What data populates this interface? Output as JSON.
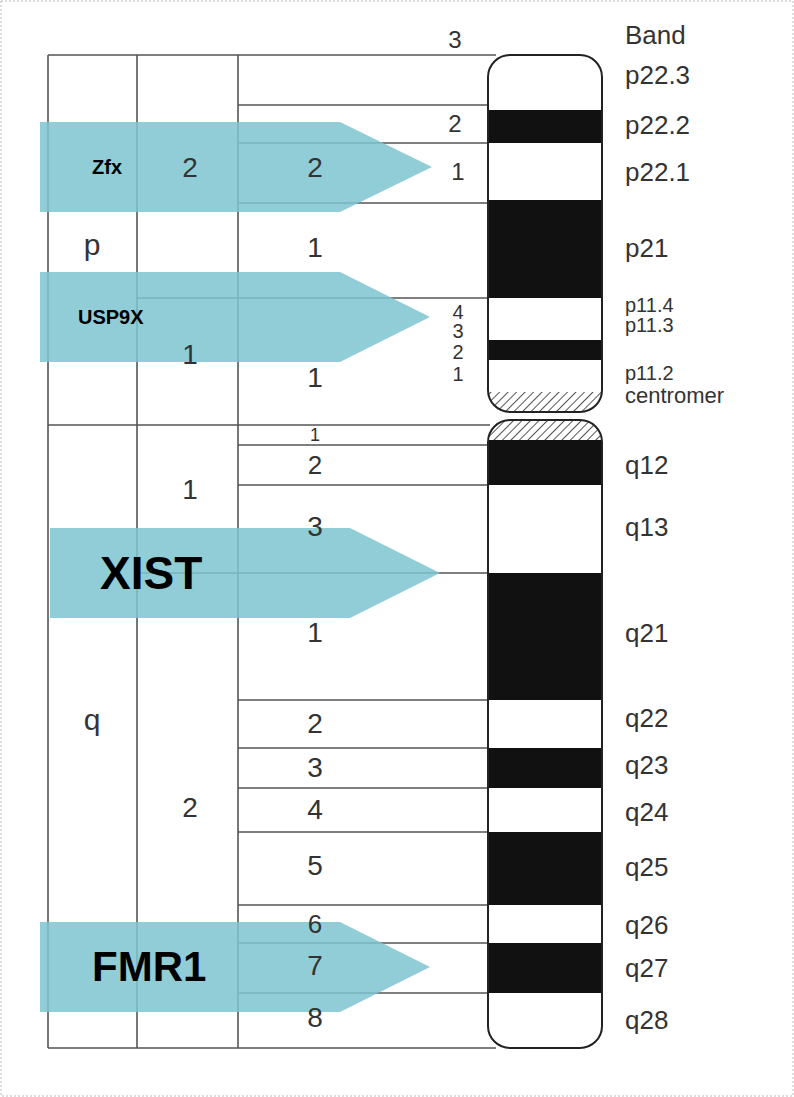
{
  "diagram": {
    "nodes": [
      {
        "text": [
          "Zfx"
        ]
      },
      {
        "text": [
          "USP9X"
        ]
      },
      {
        "text": [
          "XIST"
        ]
      },
      {
        "text": [
          "FMR1"
        ]
      }
    ],
    "labels": [
      "Band",
      "p22.3",
      "p22.2",
      "p22.1",
      "p21",
      "p11.4",
      "p11.3",
      "p11.2",
      "centromer",
      "q12",
      "q13",
      "q21",
      "q22",
      "q23",
      "q24",
      "q25",
      "q26",
      "q27",
      "q28",
      "p",
      "q",
      "2",
      "1",
      "1",
      "2",
      "2",
      "1",
      "1",
      "1",
      "2",
      "3",
      "1",
      "2",
      "3",
      "4",
      "5",
      "6",
      "7",
      "8",
      "3",
      "2",
      "1",
      "4",
      "3",
      "2",
      "1"
    ]
  }
}
